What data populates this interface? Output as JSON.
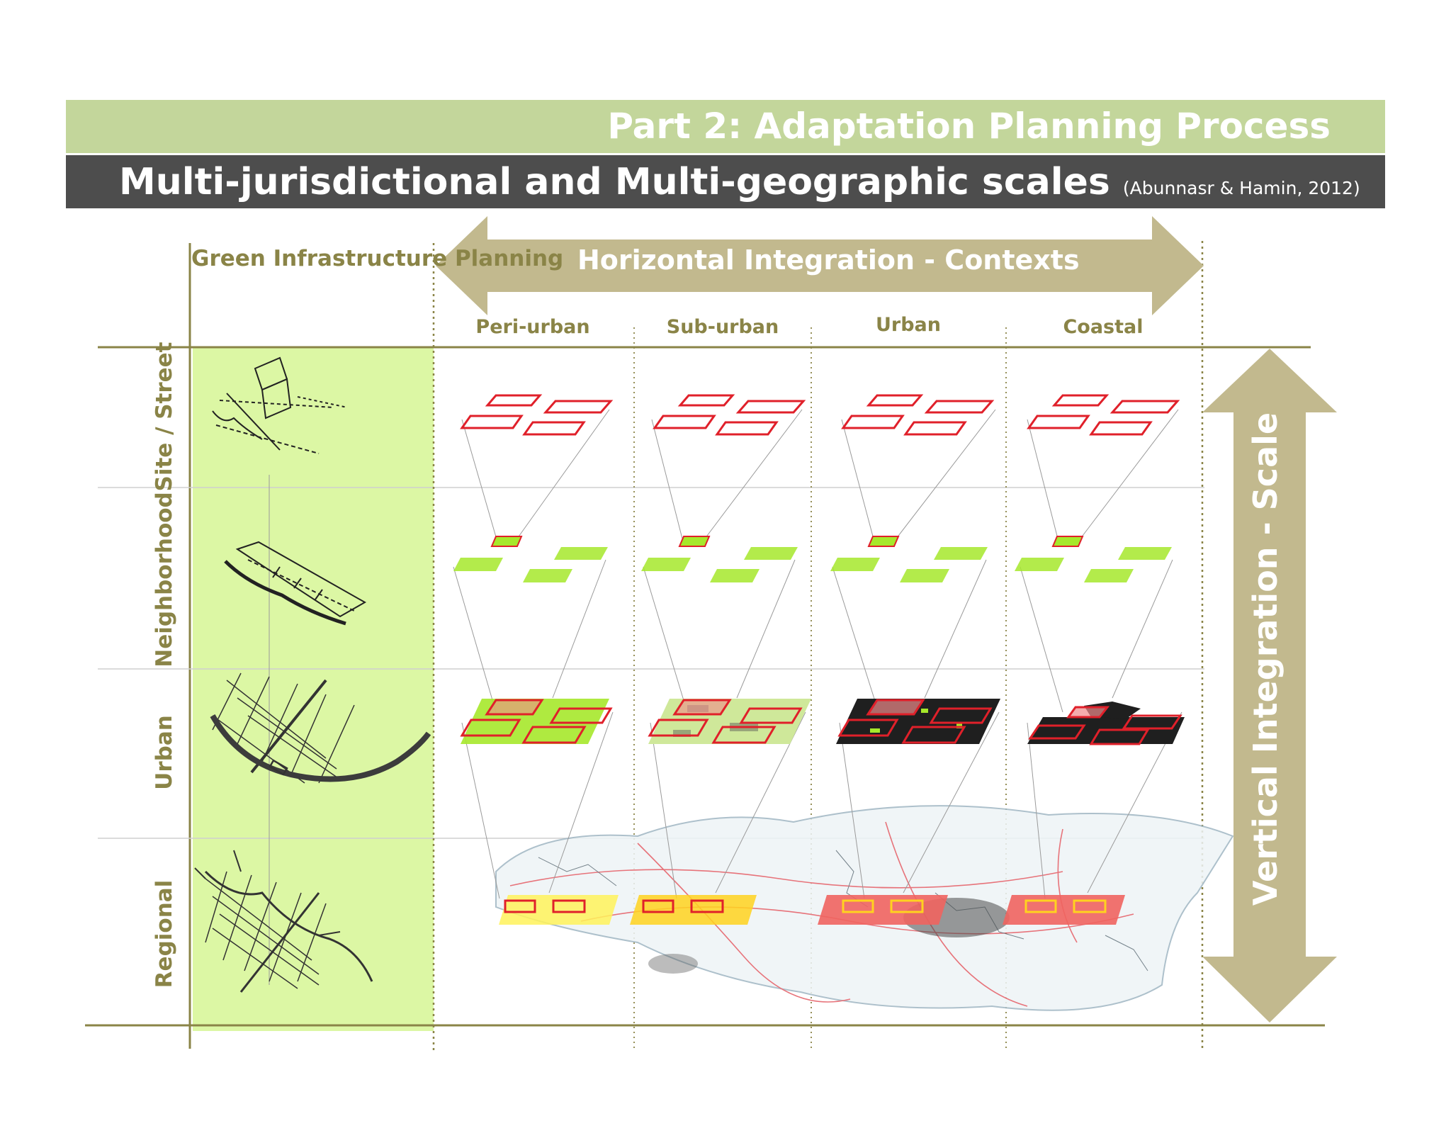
{
  "header": {
    "part_title": "Part 2: Adaptation Planning Process",
    "main_title": "Multi-jurisdictional and Multi-geographic scales",
    "citation": "(Abunnasr & Hamin, 2012)"
  },
  "diagram": {
    "gi_label": "Green Infrastructure Planning",
    "horizontal_label": "Horizontal Integration - Contexts",
    "vertical_label": "Vertical Integration - Scale",
    "columns": [
      "Peri-urban",
      "Sub-urban",
      "Urban",
      "Coastal"
    ],
    "rows": [
      "Site / Street",
      "Neighborhood",
      "Urban",
      "Regional"
    ]
  },
  "colors": {
    "header_green": "#c3d69b",
    "header_dark": "#4d4d4d",
    "arrow_tan": "#c2b98e",
    "label_olive": "#8a8447",
    "gi_panel": "#dcf7a4",
    "frame_red": "#e0202a"
  }
}
